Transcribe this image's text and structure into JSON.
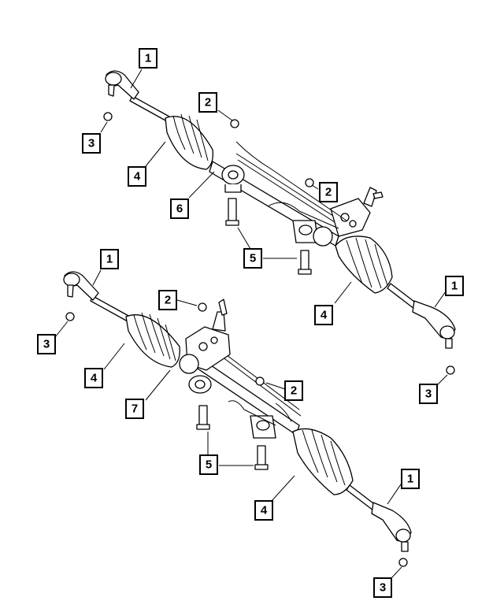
{
  "diagram": {
    "callouts": [
      {
        "id": "c1a",
        "label": "1"
      },
      {
        "id": "c2a",
        "label": "2"
      },
      {
        "id": "c3a",
        "label": "3"
      },
      {
        "id": "c4a",
        "label": "4"
      },
      {
        "id": "c2b",
        "label": "2"
      },
      {
        "id": "c6",
        "label": "6"
      },
      {
        "id": "c5a",
        "label": "5"
      },
      {
        "id": "c4b",
        "label": "4"
      },
      {
        "id": "c1b",
        "label": "1"
      },
      {
        "id": "c3b",
        "label": "3"
      },
      {
        "id": "c1c",
        "label": "1"
      },
      {
        "id": "c2c",
        "label": "2"
      },
      {
        "id": "c3c",
        "label": "3"
      },
      {
        "id": "c4c",
        "label": "4"
      },
      {
        "id": "c7",
        "label": "7"
      },
      {
        "id": "c2d",
        "label": "2"
      },
      {
        "id": "c5b",
        "label": "5"
      },
      {
        "id": "c4d",
        "label": "4"
      },
      {
        "id": "c1d",
        "label": "1"
      },
      {
        "id": "c3d",
        "label": "3"
      }
    ]
  }
}
